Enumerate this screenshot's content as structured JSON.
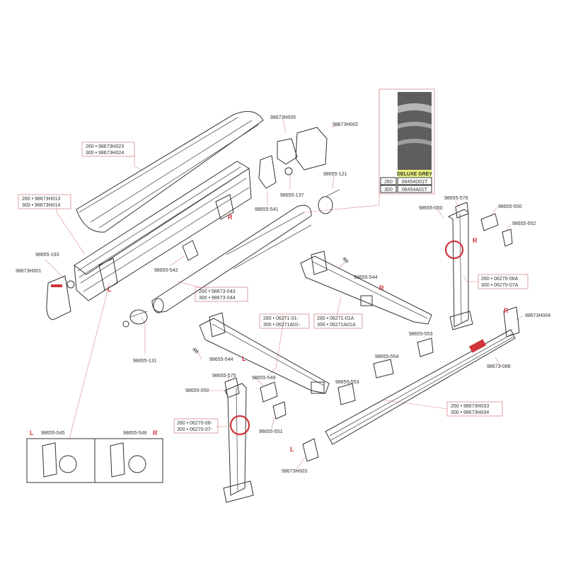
{
  "colors": {
    "accent_red": "#d0343c",
    "line": "#333333",
    "leader": "#d88a8e",
    "fabric_dark": "#5e5e5e",
    "fabric_light": "#a8a8a8",
    "swatch_label_bg": "#e9f07a"
  },
  "side_labels": {
    "left": "L",
    "right": "R"
  },
  "fabric_swatch": {
    "name": "DELUXE GREY",
    "rows": [
      {
        "size": "260",
        "code": "06454D01T"
      },
      {
        "size": "300",
        "code": "06454A01T"
      }
    ]
  },
  "parts": [
    {
      "id": "p1",
      "lines": [
        "260 • 98673H023",
        "300 • 98673H024"
      ]
    },
    {
      "id": "p2",
      "lines": [
        "260 • 98673H013",
        "300 • 98673H014"
      ]
    },
    {
      "id": "p3",
      "lines": [
        "98655-193"
      ]
    },
    {
      "id": "p4",
      "lines": [
        "98673H001"
      ]
    },
    {
      "id": "p5",
      "lines": [
        "98673H005"
      ]
    },
    {
      "id": "p6",
      "lines": [
        "98673H002"
      ]
    },
    {
      "id": "p7",
      "lines": [
        "98655-121"
      ]
    },
    {
      "id": "p8",
      "lines": [
        "98655-137"
      ]
    },
    {
      "id": "p9",
      "lines": [
        "98655-541"
      ]
    },
    {
      "id": "p10",
      "lines": [
        "98655-542"
      ]
    },
    {
      "id": "p11",
      "lines": [
        "260 • 98673-043",
        "300 • 98673-044"
      ]
    },
    {
      "id": "p12",
      "lines": [
        "98655-131"
      ]
    },
    {
      "id": "p13",
      "lines": [
        "260 • 06271-01-",
        "300 • 06271A01-"
      ]
    },
    {
      "id": "p14",
      "lines": [
        "260 • 06271-01A",
        "300 • 06271A01A"
      ]
    },
    {
      "id": "p15",
      "lines": [
        "98655-544"
      ]
    },
    {
      "id": "p16",
      "lines": [
        "98655-544"
      ]
    },
    {
      "id": "p17",
      "lines": [
        "98655-576"
      ]
    },
    {
      "id": "p18",
      "lines": [
        "98655-050"
      ]
    },
    {
      "id": "p19",
      "lines": [
        "98655-550"
      ]
    },
    {
      "id": "p20",
      "lines": [
        "98655-552"
      ]
    },
    {
      "id": "p21",
      "lines": [
        "260 • 06270-06A",
        "300 • 06270-07A"
      ]
    },
    {
      "id": "p22",
      "lines": [
        "98673H004"
      ]
    },
    {
      "id": "p23",
      "lines": [
        "98655-553"
      ]
    },
    {
      "id": "p24",
      "lines": [
        "98655-554"
      ]
    },
    {
      "id": "p25",
      "lines": [
        "98673-088"
      ]
    },
    {
      "id": "p26",
      "lines": [
        "98655-553"
      ]
    },
    {
      "id": "p27",
      "lines": [
        "260 • 98673H033",
        "300 • 98673H034"
      ]
    },
    {
      "id": "p28",
      "lines": [
        "98655-575"
      ]
    },
    {
      "id": "p29",
      "lines": [
        "98655-549"
      ]
    },
    {
      "id": "p30",
      "lines": [
        "98655-050"
      ]
    },
    {
      "id": "p31",
      "lines": [
        "260 • 06270-06-",
        "300 • 06270-07-"
      ]
    },
    {
      "id": "p32",
      "lines": [
        "98655-551"
      ]
    },
    {
      "id": "p33",
      "lines": [
        "98673H003"
      ]
    },
    {
      "id": "p34",
      "lines": [
        "98655-545"
      ]
    },
    {
      "id": "p35",
      "lines": [
        "98655-546"
      ]
    }
  ]
}
